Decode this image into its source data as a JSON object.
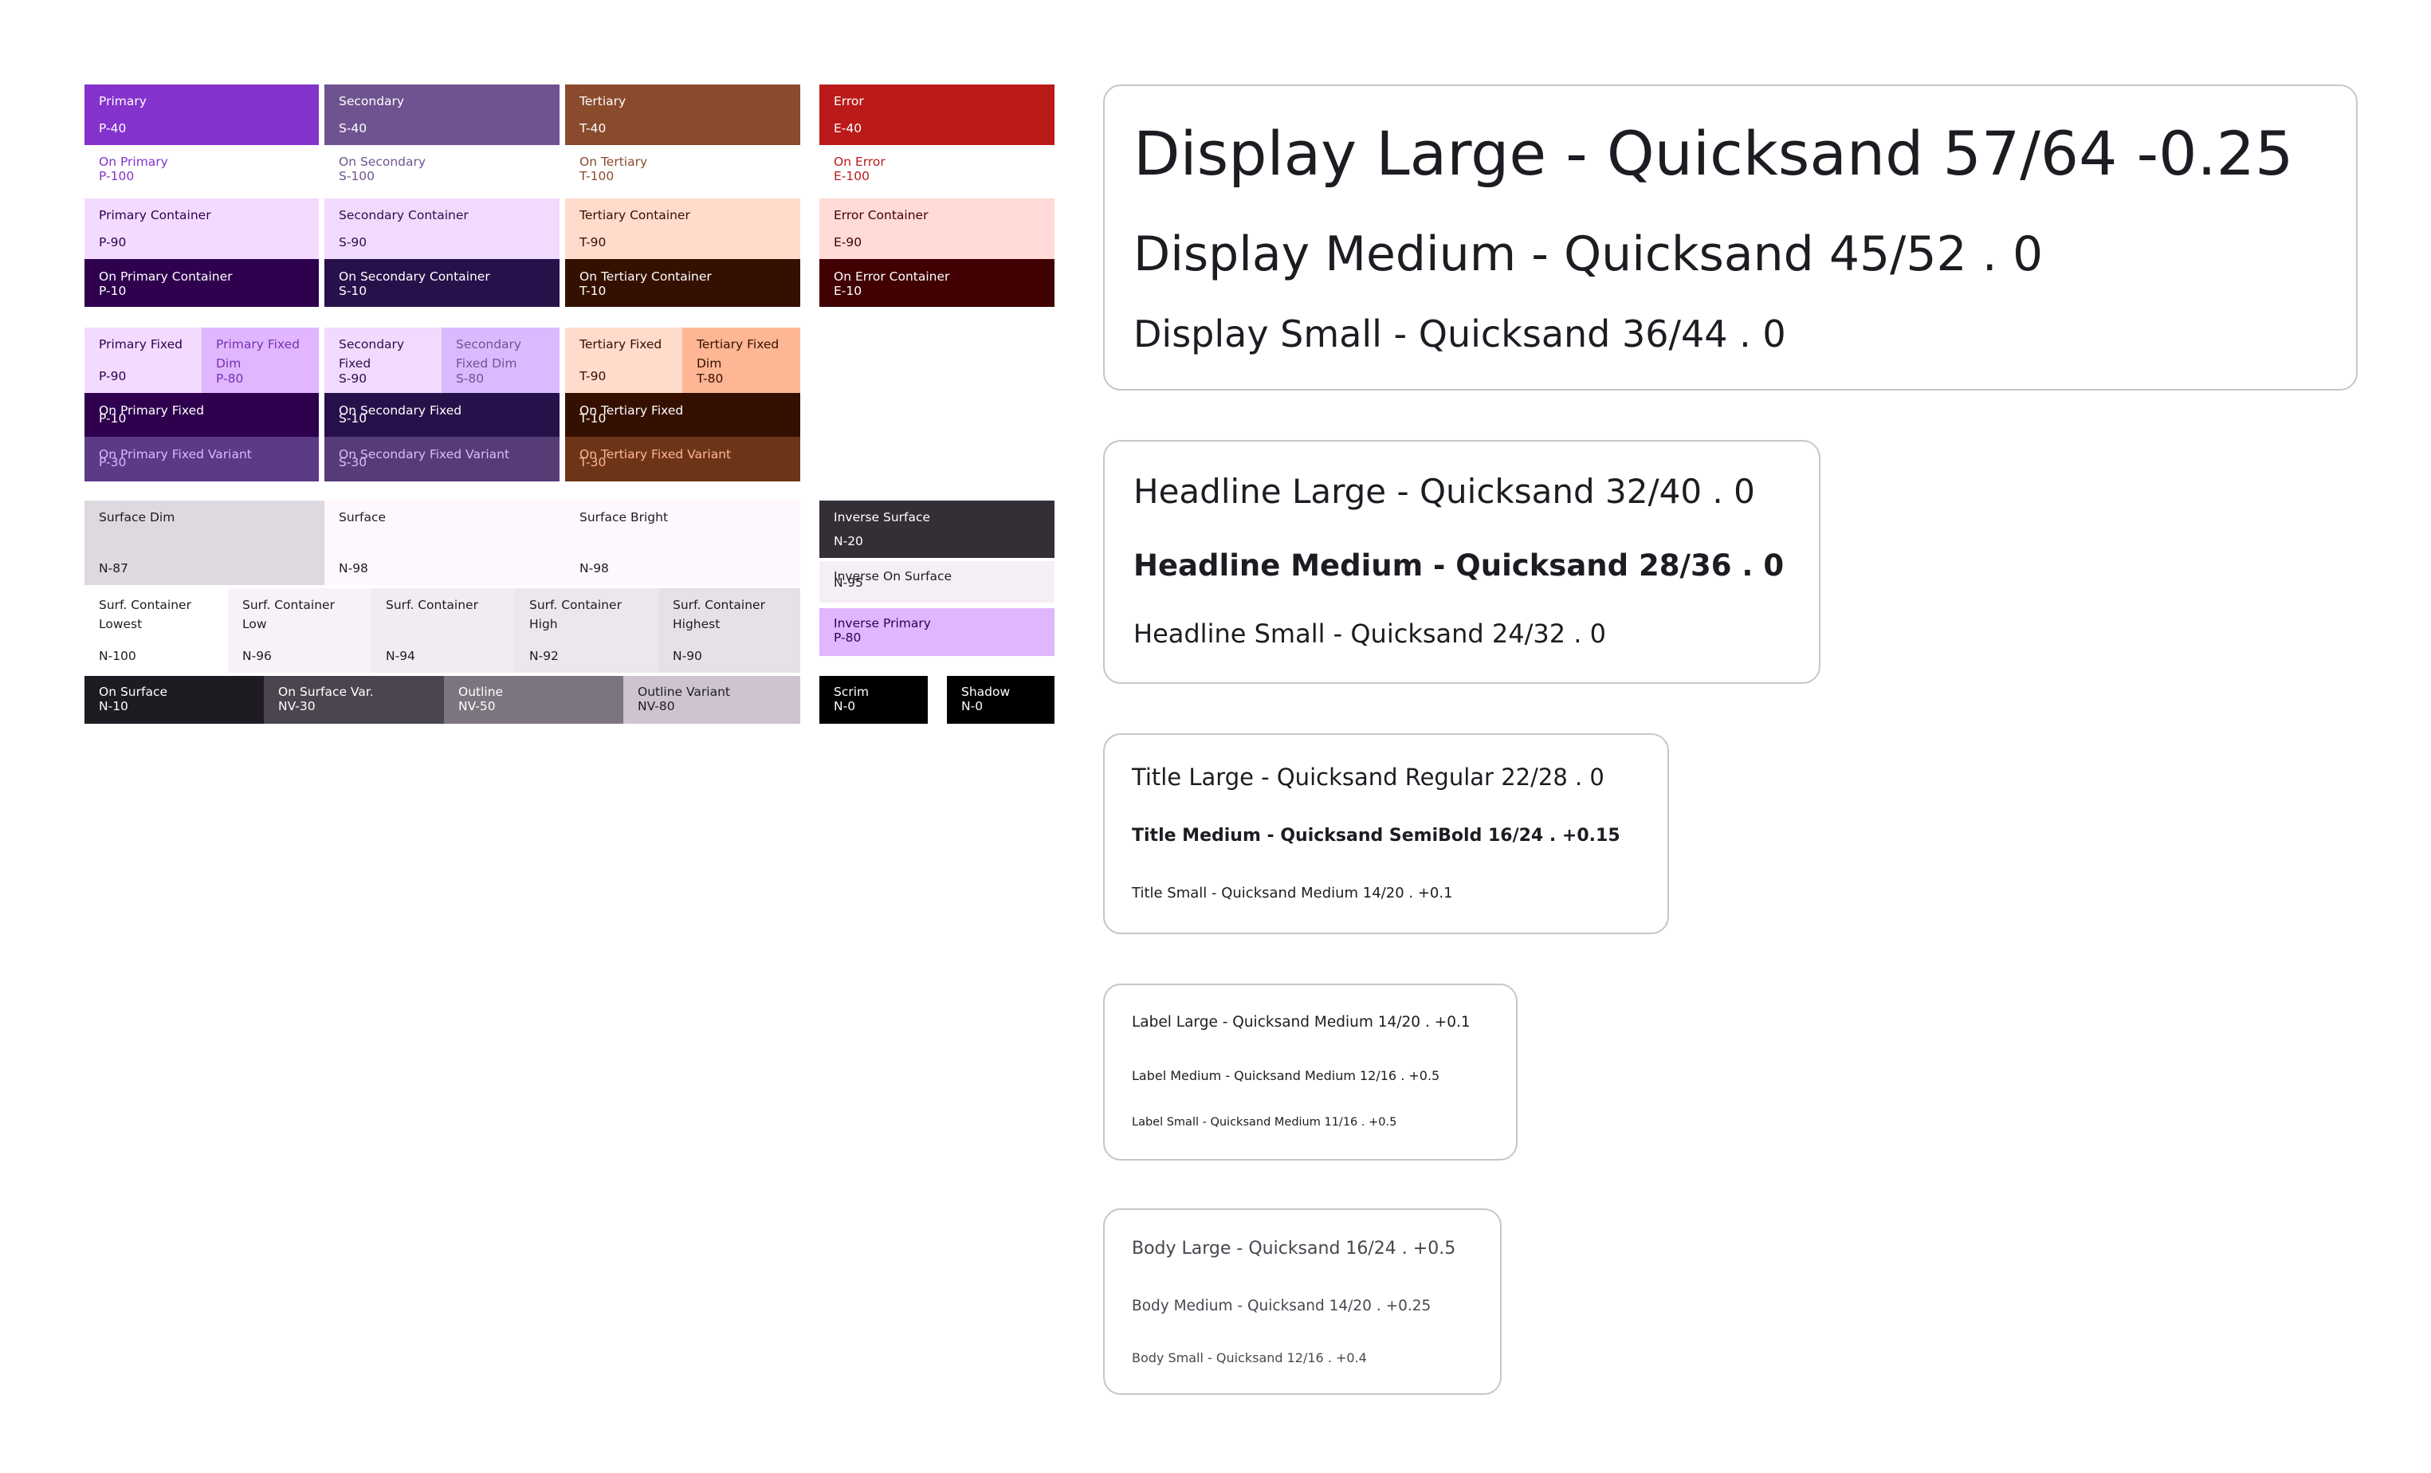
{
  "palette": {
    "primary": {
      "name": "Primary",
      "code": "P-40",
      "bg": "#8433cc",
      "fg": "#ffffff"
    },
    "secondary": {
      "name": "Secondary",
      "code": "S-40",
      "bg": "#6f5390",
      "fg": "#ffffff"
    },
    "tertiary": {
      "name": "Tertiary",
      "code": "T-40",
      "bg": "#8a4b2d",
      "fg": "#ffffff"
    },
    "error": {
      "name": "Error",
      "code": "E-40",
      "bg": "#ba1a1a",
      "fg": "#ffffff"
    },
    "on_primary": {
      "name": "On Primary",
      "code": "P-100",
      "bg": "#ffffff",
      "fg": "#8433cc"
    },
    "on_secondary": {
      "name": "On Secondary",
      "code": "S-100",
      "bg": "#ffffff",
      "fg": "#6f5390"
    },
    "on_tertiary": {
      "name": "On Tertiary",
      "code": "T-100",
      "bg": "#ffffff",
      "fg": "#8a4b2d"
    },
    "on_error": {
      "name": "On Error",
      "code": "E-100",
      "bg": "#ffffff",
      "fg": "#ba1a1a"
    },
    "primary_container": {
      "name": "Primary Container",
      "code": "P-90",
      "bg": "#f2dbff",
      "fg": "#2e004e"
    },
    "secondary_container": {
      "name": "Secondary Container",
      "code": "S-90",
      "bg": "#f0dbff",
      "fg": "#28104a"
    },
    "tertiary_container": {
      "name": "Tertiary Container",
      "code": "T-90",
      "bg": "#ffdbcc",
      "fg": "#351000"
    },
    "error_container": {
      "name": "Error Container",
      "code": "E-90",
      "bg": "#ffdad6",
      "fg": "#410002"
    },
    "on_primary_container": {
      "name": "On Primary Container",
      "code": "P-10",
      "bg": "#2e004e",
      "fg": "#ffffff"
    },
    "on_secondary_container": {
      "name": "On Secondary Container",
      "code": "S-10",
      "bg": "#28104a",
      "fg": "#ffffff"
    },
    "on_tertiary_container": {
      "name": "On Tertiary Container",
      "code": "T-10",
      "bg": "#351000",
      "fg": "#ffffff"
    },
    "on_error_container": {
      "name": "On Error Container",
      "code": "E-10",
      "bg": "#410002",
      "fg": "#ffffff"
    },
    "primary_fixed": {
      "name": "Primary Fixed",
      "code": "P-90",
      "bg": "#f2dbff",
      "fg": "#2e004e"
    },
    "primary_fixed_dim": {
      "name1": "Primary Fixed",
      "name2": "Dim",
      "code": "P-80",
      "bg": "#e0b6ff",
      "fg": "#7432b0"
    },
    "secondary_fixed": {
      "name1": "Secondary",
      "name2": "Fixed",
      "code": "S-90",
      "bg": "#f0dbff",
      "fg": "#28104a"
    },
    "secondary_fixed_dim": {
      "name1": "Secondary",
      "name2": "Fixed Dim",
      "code": "S-80",
      "bg": "#dabafe",
      "fg": "#6f5390"
    },
    "tertiary_fixed": {
      "name": "Tertiary Fixed",
      "code": "T-90",
      "bg": "#ffdbcc",
      "fg": "#351000"
    },
    "tertiary_fixed_dim": {
      "name1": "Tertiary Fixed",
      "name2": "Dim",
      "code": "T-80",
      "bg": "#ffb694",
      "fg": "#351000"
    },
    "on_primary_fixed": {
      "name": "On Primary Fixed",
      "code": "P-10",
      "bg": "#2e004e",
      "fg": "#ffffff"
    },
    "on_secondary_fixed": {
      "name": "On Secondary Fixed",
      "code": "S-10",
      "bg": "#28104a",
      "fg": "#ffffff"
    },
    "on_tertiary_fixed": {
      "name": "On Tertiary Fixed",
      "code": "T-10",
      "bg": "#351000",
      "fg": "#ffffff"
    },
    "on_primary_fixed_variant": {
      "name": "On Primary Fixed Variant",
      "code": "P-30",
      "bg": "#5b3a86",
      "fg": "#e0b6ff"
    },
    "on_secondary_fixed_variant": {
      "name": "On Secondary Fixed Variant",
      "code": "S-30",
      "bg": "#563c77",
      "fg": "#dabafe"
    },
    "on_tertiary_fixed_variant": {
      "name": "On Tertiary Fixed Variant",
      "code": "T-30",
      "bg": "#6d3518",
      "fg": "#ffb694"
    },
    "surface_dim": {
      "name": "Surface Dim",
      "code": "N-87",
      "bg": "#ded8e0",
      "fg": "#1f1b22"
    },
    "surface": {
      "name": "Surface",
      "code": "N-98",
      "bg": "#fff7fe",
      "fg": "#1f1b22"
    },
    "surface_bright": {
      "name": "Surface Bright",
      "code": "N-98",
      "bg": "#fff7fe",
      "fg": "#1f1b22"
    },
    "surf_container_lowest": {
      "name1": "Surf. Container",
      "name2": "Lowest",
      "code": "N-100",
      "bg": "#ffffff",
      "fg": "#1f1b22"
    },
    "surf_container_low": {
      "name1": "Surf. Container",
      "name2": "Low",
      "code": "N-96",
      "bg": "#f9f1fa",
      "fg": "#1f1b22"
    },
    "surf_container": {
      "name1": "Surf. Container",
      "name2": "",
      "code": "N-94",
      "bg": "#f3ebf4",
      "fg": "#1f1b22"
    },
    "surf_container_high": {
      "name1": "Surf. Container",
      "name2": "High",
      "code": "N-92",
      "bg": "#ede6ee",
      "fg": "#1f1b22"
    },
    "surf_container_highest": {
      "name1": "Surf. Container",
      "name2": "Highest",
      "code": "N-90",
      "bg": "#e8e0e8",
      "fg": "#1f1b22"
    },
    "on_surface": {
      "name": "On Surface",
      "code": "N-10",
      "bg": "#1f1b22",
      "fg": "#ffffff"
    },
    "on_surface_var": {
      "name": "On Surface Var.",
      "code": "NV-30",
      "bg": "#4b454f",
      "fg": "#ffffff"
    },
    "outline": {
      "name": "Outline",
      "code": "NV-50",
      "bg": "#7c757f",
      "fg": "#ffffff"
    },
    "outline_variant": {
      "name": "Outline Variant",
      "code": "NV-80",
      "bg": "#cdc4cf",
      "fg": "#1f1b22"
    },
    "inverse_surface": {
      "name": "Inverse Surface",
      "code": "N-20",
      "bg": "#342f37",
      "fg": "#ffffff"
    },
    "inverse_on_surface": {
      "name": "Inverse On Surface",
      "code": "N-95",
      "bg": "#f6eef7",
      "fg": "#1f1b22"
    },
    "inverse_primary": {
      "name": "Inverse Primary",
      "code": "P-80",
      "bg": "#e0b6ff",
      "fg": "#2e004e"
    },
    "scrim": {
      "name": "Scrim",
      "code": "N-0",
      "bg": "#000000",
      "fg": "#ffffff"
    },
    "shadow": {
      "name": "Shadow",
      "code": "N-0",
      "bg": "#000000",
      "fg": "#ffffff"
    }
  },
  "typography": {
    "display": [
      "Display Large - Quicksand 57/64 -0.25",
      "Display Medium - Quicksand 45/52 .  0",
      "Display Small - Quicksand 36/44 . 0"
    ],
    "headline": [
      "Headline Large - Quicksand 32/40 . 0",
      "Headline Medium - Quicksand 28/36 . 0",
      "Headline Small - Quicksand 24/32 . 0"
    ],
    "title": [
      "Title Large - Quicksand Regular 22/28 . 0",
      "Title Medium - Quicksand SemiBold 16/24 . +0.15",
      "Title Small - Quicksand Medium 14/20 . +0.1"
    ],
    "label": [
      "Label Large - Quicksand Medium 14/20 . +0.1",
      "Label Medium - Quicksand Medium 12/16 . +0.5",
      "Label Small - Quicksand Medium 11/16 . +0.5"
    ],
    "body": [
      "Body Large - Quicksand 16/24 . +0.5",
      "Body Medium - Quicksand 14/20 . +0.25",
      "Body Small - Quicksand 12/16 . +0.4"
    ]
  }
}
